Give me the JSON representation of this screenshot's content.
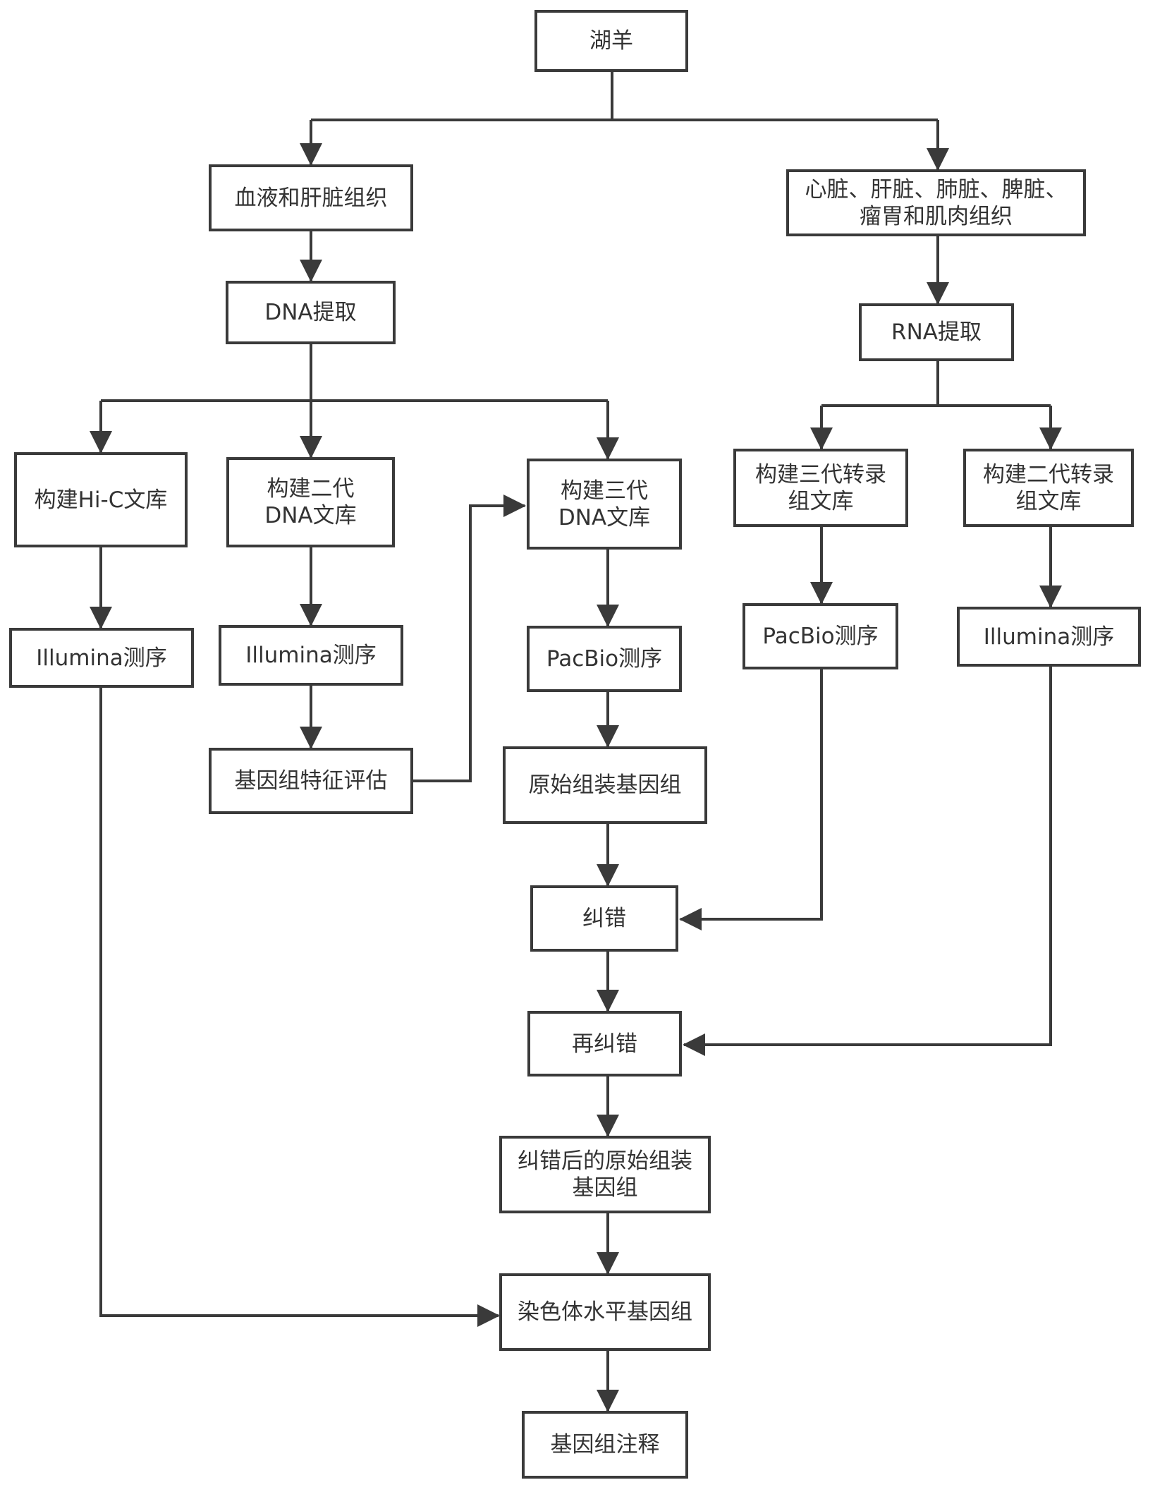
{
  "nodes": {
    "hu_sheep": "湖羊",
    "blood_liver": "血液和肝脏组织",
    "tissues": "心脏、肝脏、肺脏、脾脏、\n瘤胃和肌肉组织",
    "dna_extract": "DNA提取",
    "rna_extract": "RNA提取",
    "hic_lib": "构建Hi-C文库",
    "ngs_dna_lib": "构建二代\nDNA文库",
    "tgs_dna_lib": "构建三代\nDNA文库",
    "tgs_rna_lib": "构建三代转录\n组文库",
    "ngs_rna_lib": "构建二代转录\n组文库",
    "illumina_hic": "Illumina测序",
    "illumina_dna": "Illumina测序",
    "pacbio_dna": "PacBio测序",
    "pacbio_rna": "PacBio测序",
    "illumina_rna": "Illumina测序",
    "genome_survey": "基因组特征评估",
    "raw_assembly": "原始组装基因组",
    "correction": "纠错",
    "recorrection": "再纠错",
    "corrected_assembly": "纠错后的原始组装\n基因组",
    "chromosome_genome": "染色体水平基因组",
    "annotation": "基因组注释"
  },
  "colors": {
    "line": "#3a3a3a",
    "text": "#333333"
  }
}
